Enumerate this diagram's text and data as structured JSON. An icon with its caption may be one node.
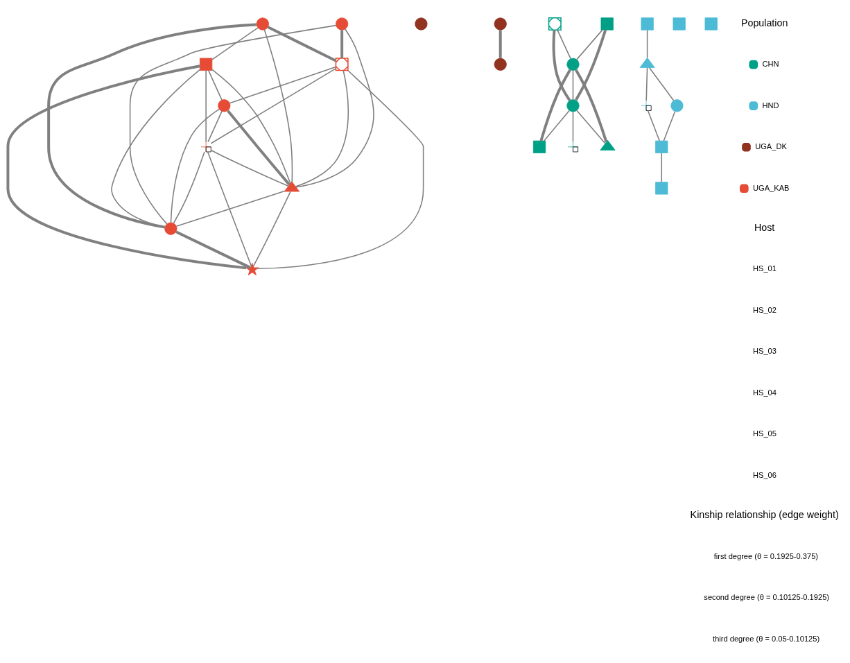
{
  "diagram": {
    "nodes": [
      {
        "text": [],
        "shape": "circle"
      },
      {
        "text": [],
        "shape": "square"
      },
      {
        "text": [],
        "shape": "circle"
      },
      {
        "text": [],
        "shape": "crossed-square"
      },
      {
        "text": [],
        "shape": "plus"
      },
      {
        "text": [],
        "shape": "circle"
      },
      {
        "text": [],
        "shape": "triangle"
      },
      {
        "text": [],
        "shape": "circle"
      },
      {
        "text": [],
        "shape": "asterisk"
      },
      {
        "text": [],
        "shape": "circle"
      },
      {
        "text": [],
        "shape": "circle"
      },
      {
        "text": [],
        "shape": "circle"
      },
      {
        "text": [],
        "shape": "crossed-square"
      },
      {
        "text": [],
        "shape": "square"
      },
      {
        "text": [],
        "shape": "circle"
      },
      {
        "text": [],
        "shape": "circle"
      },
      {
        "text": [],
        "shape": "plus"
      },
      {
        "text": [],
        "shape": "square"
      },
      {
        "text": [],
        "shape": "triangle"
      },
      {
        "text": [],
        "shape": "square"
      },
      {
        "text": [],
        "shape": "square"
      },
      {
        "text": [],
        "shape": "triangle"
      },
      {
        "text": [],
        "shape": "plus"
      },
      {
        "text": [],
        "shape": "circle"
      },
      {
        "text": [],
        "shape": "square"
      },
      {
        "text": [],
        "shape": "square"
      },
      {
        "text": [],
        "shape": "square"
      }
    ],
    "edges": [
      {
        "from": 0,
        "to": 1,
        "arrow": "none"
      },
      {
        "from": 0,
        "to": 3,
        "arrow": "none",
        "style": "thick"
      },
      {
        "from": 0,
        "to": 7,
        "arrow": "none",
        "style": "thick"
      },
      {
        "from": 0,
        "to": 6,
        "arrow": "none"
      },
      {
        "from": 1,
        "to": 2,
        "arrow": "none"
      },
      {
        "from": 1,
        "to": 6,
        "arrow": "none"
      },
      {
        "from": 1,
        "to": 7,
        "arrow": "none"
      },
      {
        "from": 1,
        "to": 4,
        "arrow": "none"
      },
      {
        "from": 1,
        "to": 8,
        "arrow": "none",
        "style": "thick"
      },
      {
        "from": 3,
        "to": 2,
        "arrow": "none"
      },
      {
        "from": 3,
        "to": 6,
        "arrow": "none"
      },
      {
        "from": 3,
        "to": 4,
        "arrow": "none"
      },
      {
        "from": 3,
        "to": 8,
        "arrow": "none"
      },
      {
        "from": 5,
        "to": 3,
        "arrow": "none",
        "style": "thick"
      },
      {
        "from": 2,
        "to": 6,
        "arrow": "none",
        "style": "thick"
      },
      {
        "from": 2,
        "to": 7,
        "arrow": "none"
      },
      {
        "from": 2,
        "to": 4,
        "arrow": "none"
      },
      {
        "from": 4,
        "to": 7,
        "arrow": "none"
      },
      {
        "from": 4,
        "to": 6,
        "arrow": "none"
      },
      {
        "from": 4,
        "to": 8,
        "arrow": "none"
      },
      {
        "from": 5,
        "to": 6,
        "arrow": "none"
      },
      {
        "from": 5,
        "to": 7,
        "arrow": "none"
      },
      {
        "from": 6,
        "to": 7,
        "arrow": "none"
      },
      {
        "from": 6,
        "to": 8,
        "arrow": "none"
      },
      {
        "from": 7,
        "to": 8,
        "arrow": "none",
        "style": "thick"
      },
      {
        "from": 10,
        "to": 11,
        "arrow": "none",
        "style": "thick"
      },
      {
        "from": 13,
        "to": 15,
        "arrow": "none",
        "style": "thick"
      },
      {
        "from": 13,
        "to": 14,
        "arrow": "none"
      },
      {
        "from": 12,
        "to": 15,
        "arrow": "none",
        "style": "thick"
      },
      {
        "from": 12,
        "to": 14,
        "arrow": "none"
      },
      {
        "from": 14,
        "to": 15,
        "arrow": "none"
      },
      {
        "from": 15,
        "to": 16,
        "arrow": "none"
      },
      {
        "from": 14,
        "to": 17,
        "arrow": "none",
        "style": "thick"
      },
      {
        "from": 15,
        "to": 17,
        "arrow": "none"
      },
      {
        "from": 14,
        "to": 18,
        "arrow": "none",
        "style": "thick"
      },
      {
        "from": 15,
        "to": 18,
        "arrow": "none"
      },
      {
        "from": 19,
        "to": 21,
        "arrow": "none"
      },
      {
        "from": 21,
        "to": 22,
        "arrow": "none"
      },
      {
        "from": 21,
        "to": 23,
        "arrow": "none"
      },
      {
        "from": 22,
        "to": 25,
        "arrow": "none"
      },
      {
        "from": 23,
        "to": 25,
        "arrow": "none"
      },
      {
        "from": 25,
        "to": 26,
        "arrow": "none"
      }
    ],
    "labels": [
      "Population",
      "Host",
      "Kinship relationship (edge weight)"
    ],
    "legend": [
      {
        "text": "CHN",
        "color": "#00a087"
      },
      {
        "text": "HND",
        "color": "#4dbbd5"
      },
      {
        "text": "UGA_DK",
        "color": "#91331f"
      },
      {
        "text": "UGA_KAB",
        "color": "#e64b35"
      },
      {
        "text": "HS_01"
      },
      {
        "text": "HS_02"
      },
      {
        "text": "HS_03"
      },
      {
        "text": "HS_04"
      },
      {
        "text": "HS_05"
      },
      {
        "text": "HS_06"
      },
      {
        "text": "first degree (θ = 0.1925-0.375)"
      },
      {
        "text": "second degree (θ = 0.10125-0.1925)"
      },
      {
        "text": "third degree (θ = 0.05-0.10125)"
      }
    ]
  }
}
